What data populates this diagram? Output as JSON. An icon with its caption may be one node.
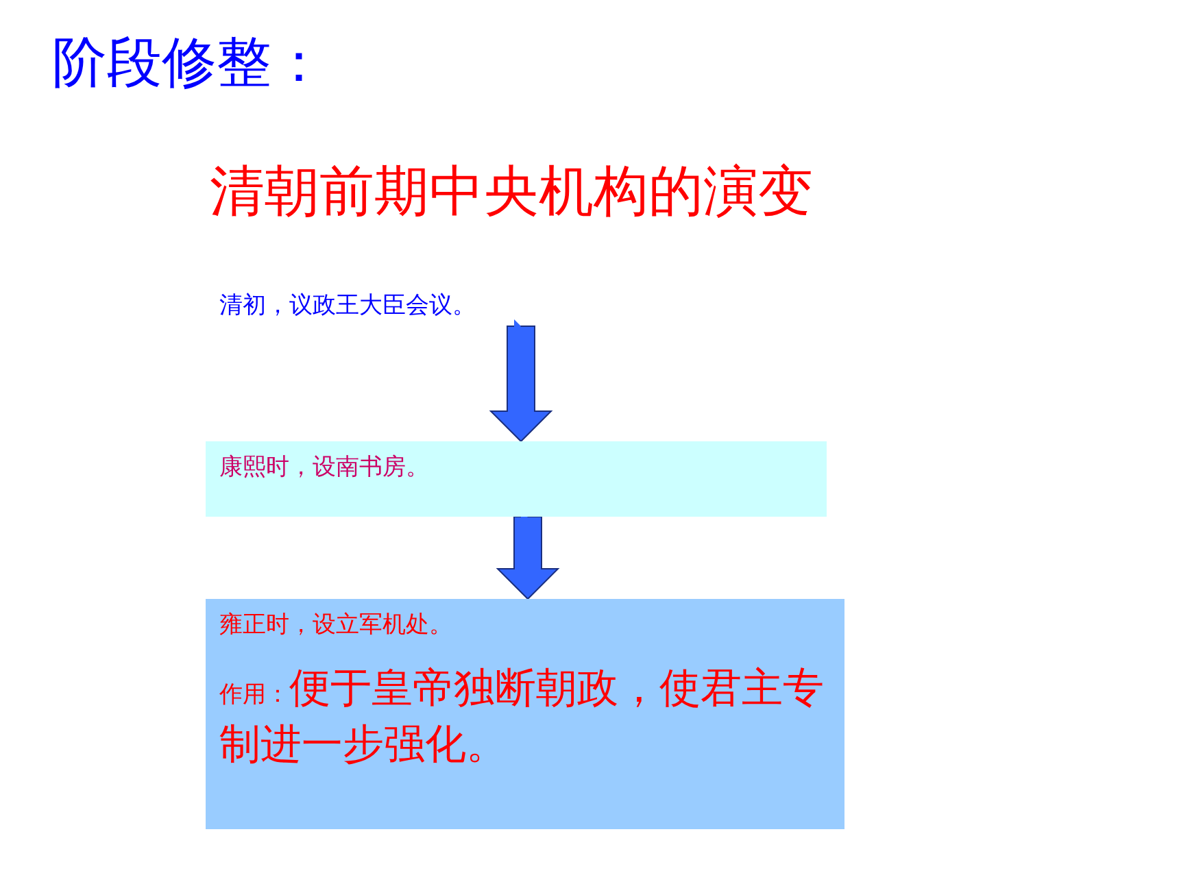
{
  "diagram": {
    "title": "阶段修整：",
    "labels": [
      "清朝前期中央机构的演变"
    ],
    "nodes": [
      {
        "text": [
          "清初，议政王大臣会议。"
        ]
      },
      {
        "text": [
          "康熙时，设南书房。"
        ]
      },
      {
        "text": [
          "雍正时，设立军机处。",
          "作用：",
          "便于皇帝独断朝政，使君主专制进一步强化。"
        ]
      }
    ],
    "edges": [
      {
        "from": 0,
        "to": 1,
        "arrow": "to"
      },
      {
        "from": 1,
        "to": 2,
        "arrow": "to"
      }
    ]
  }
}
